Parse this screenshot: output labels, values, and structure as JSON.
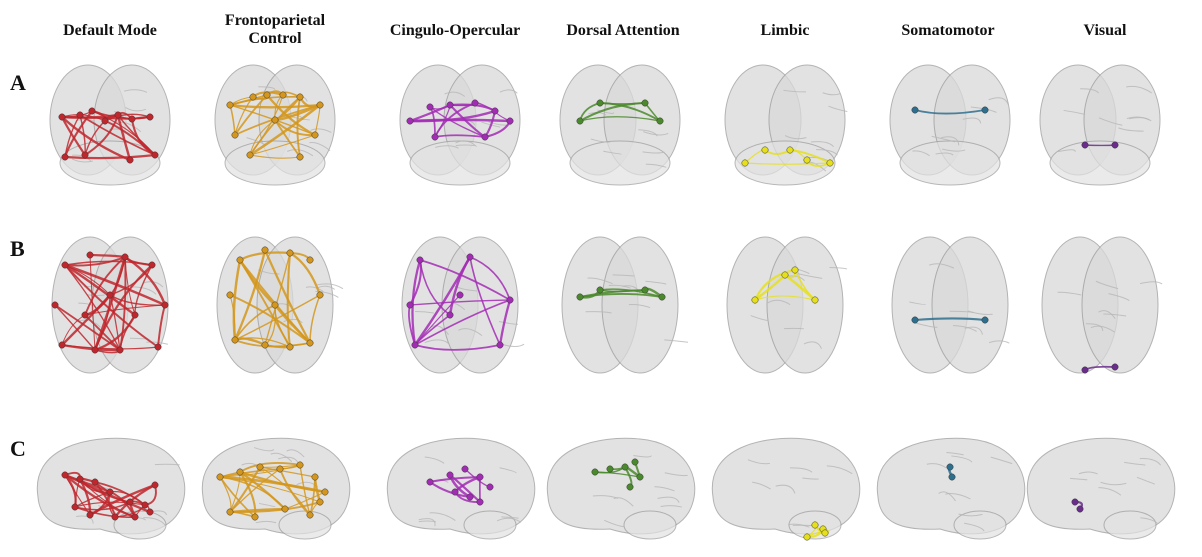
{
  "networks": [
    {
      "title": "Default Mode",
      "color": "#c0272d"
    },
    {
      "title": "Frontoparietal\nControl",
      "color": "#d4961c"
    },
    {
      "title": "Cingulo-Opercular",
      "color": "#a32cb5"
    },
    {
      "title": "Dorsal Attention",
      "color": "#4a8a2c"
    },
    {
      "title": "Limbic",
      "color": "#e6e01c"
    },
    {
      "title": "Somatomotor",
      "color": "#2e6f8e"
    },
    {
      "title": "Visual",
      "color": "#6b2d8c"
    }
  ],
  "rows": [
    {
      "label": "A",
      "view": "coronal"
    },
    {
      "label": "B",
      "view": "axial"
    },
    {
      "label": "C",
      "view": "sagittal"
    }
  ]
}
